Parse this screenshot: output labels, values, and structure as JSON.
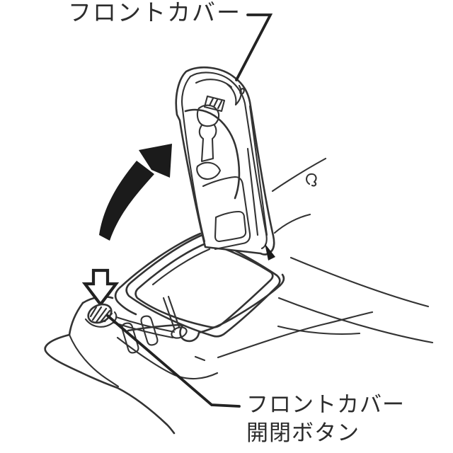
{
  "canvas": {
    "background": "#ffffff",
    "line_color": "#333333",
    "leader_color": "#222222",
    "arrow_fill": "#1b1b1b",
    "text_color": "#2c2c2c"
  },
  "labels": {
    "front_cover": "フロントカバー",
    "open_close_button_line1": "フロントカバー",
    "open_close_button_line2": "開閉ボタン"
  },
  "icons": {
    "open_direction_arrow": "curved-up-right-solid-arrow",
    "press_button_arrow": "hollow-down-arrow"
  }
}
